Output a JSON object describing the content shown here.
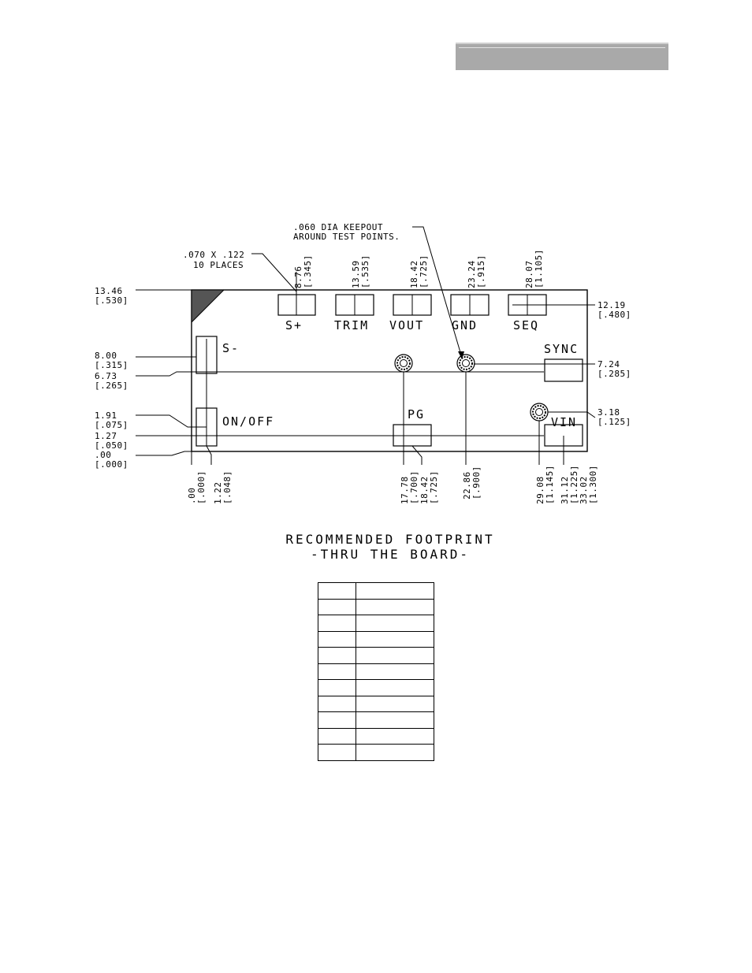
{
  "header": {
    "bar_color": "#a9a9a9"
  },
  "callouts": {
    "keepout_line1": ".060 DIA KEEPOUT",
    "keepout_line2": "AROUND TEST POINTS.",
    "pad_size_line1": ".070 X .122",
    "pad_size_line2": "10 PLACES"
  },
  "pins": {
    "s_plus": "S+",
    "trim": "TRIM",
    "vout": "VOUT",
    "gnd": "GND",
    "seq": "SEQ",
    "s_minus": "S-",
    "sync": "SYNC",
    "on_off": "ON/OFF",
    "pg": "PG",
    "vin": "VIN"
  },
  "top_dims": [
    {
      "mm": "8.76",
      "in": "[.345]"
    },
    {
      "mm": "13.59",
      "in": "[.535]"
    },
    {
      "mm": "18.42",
      "in": "[.725]"
    },
    {
      "mm": "23.24",
      "in": "[.915]"
    },
    {
      "mm": "28.07",
      "in": "[1.105]"
    }
  ],
  "left_dims": [
    {
      "mm": "13.46",
      "in": "[.530]"
    },
    {
      "mm": "8.00",
      "in": "[.315]"
    },
    {
      "mm": "6.73",
      "in": "[.265]"
    },
    {
      "mm": "1.91",
      "in": "[.075]"
    },
    {
      "mm": "1.27",
      "in": "[.050]"
    },
    {
      "mm": ".00",
      "in": "[.000]"
    }
  ],
  "right_dims": [
    {
      "mm": "12.19",
      "in": "[.480]"
    },
    {
      "mm": "7.24",
      "in": "[.285]"
    },
    {
      "mm": "3.18",
      "in": "[.125]"
    }
  ],
  "bottom_dims": [
    {
      "mm": ".00",
      "in": "[.000]"
    },
    {
      "mm": "1.22",
      "in": "[.048]"
    },
    {
      "mm": "17.78",
      "in": "[.700]"
    },
    {
      "mm": "18.42",
      "in": "[.725]"
    },
    {
      "mm": "22.86",
      "in": "[.900]"
    },
    {
      "mm": "29.08",
      "in": "[1.145]"
    },
    {
      "mm": "31.12",
      "in": "[1.225]"
    },
    {
      "mm": "33.02",
      "in": "[1.300]"
    }
  ],
  "caption": {
    "line1": "RECOMMENDED FOOTPRINT",
    "line2": "-THRU THE BOARD-"
  },
  "pin_table": {
    "rows": [
      [
        "",
        ""
      ],
      [
        "",
        ""
      ],
      [
        "",
        ""
      ],
      [
        "",
        ""
      ],
      [
        "",
        ""
      ],
      [
        "",
        ""
      ],
      [
        "",
        ""
      ],
      [
        "",
        ""
      ],
      [
        "",
        ""
      ],
      [
        "",
        ""
      ],
      [
        "",
        ""
      ]
    ]
  }
}
